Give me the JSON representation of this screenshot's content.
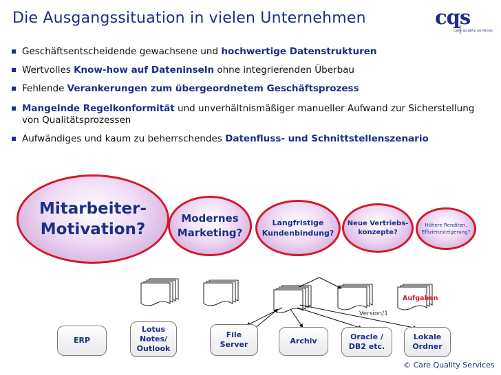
{
  "title": "Die Ausgangssituation in vielen Unternehmen",
  "logo": {
    "text": "cqs",
    "subtitle": "care quality services"
  },
  "bullets": [
    {
      "pre": "Geschäftsentscheidende gewachsene und ",
      "bold": "hochwertige Datenstrukturen",
      "post": ""
    },
    {
      "pre": "Wertvolles ",
      "bold": "Know-how auf Dateninseln",
      "post": " ohne integrierenden Überbau"
    },
    {
      "pre": "Fehlende ",
      "bold": "Verankerungen zum übergeordnetem Geschäftsprozess",
      "post": ""
    },
    {
      "pre": "",
      "bold": "Mangelnde Regelkonformität",
      "post": " und unverhältnismäßiger manueller Aufwand zur Sicherstellung von Qualitätsprozessen"
    },
    {
      "pre": "Aufwändiges und kaum zu beherrschendes ",
      "bold": "Datenfluss- und Schnittstellenszenario",
      "post": ""
    }
  ],
  "ellipses": [
    {
      "line1": "Mitarbeiter-",
      "line2": "Motivation?"
    },
    {
      "line1": "Modernes",
      "line2": "Marketing?"
    },
    {
      "line1": "Langfristige",
      "line2": "Kundenbindung?"
    },
    {
      "line1": "Neue Vertriebs-",
      "line2": "konzepte?"
    },
    {
      "line1": "Höhere Renditen,",
      "line2": "Effizienzsteigerung?"
    }
  ],
  "systems": [
    {
      "line1": "ERP",
      "line2": "",
      "line3": ""
    },
    {
      "line1": "Lotus",
      "line2": "Notes/",
      "line3": "Outlook"
    },
    {
      "line1": "File",
      "line2": "Server",
      "line3": ""
    },
    {
      "line1": "Archiv",
      "line2": "",
      "line3": ""
    },
    {
      "line1": "Oracle /",
      "line2": "DB2 etc.",
      "line3": ""
    },
    {
      "line1": "Lokale",
      "line2": "Ordner",
      "line3": ""
    }
  ],
  "doc_label": "Aufgaben",
  "version_label": "Version/1",
  "copyright": "© Care Quality Services",
  "colors": {
    "navy": "#1b2f86",
    "red": "#d11a2a",
    "lilac": "#c79ad3"
  }
}
